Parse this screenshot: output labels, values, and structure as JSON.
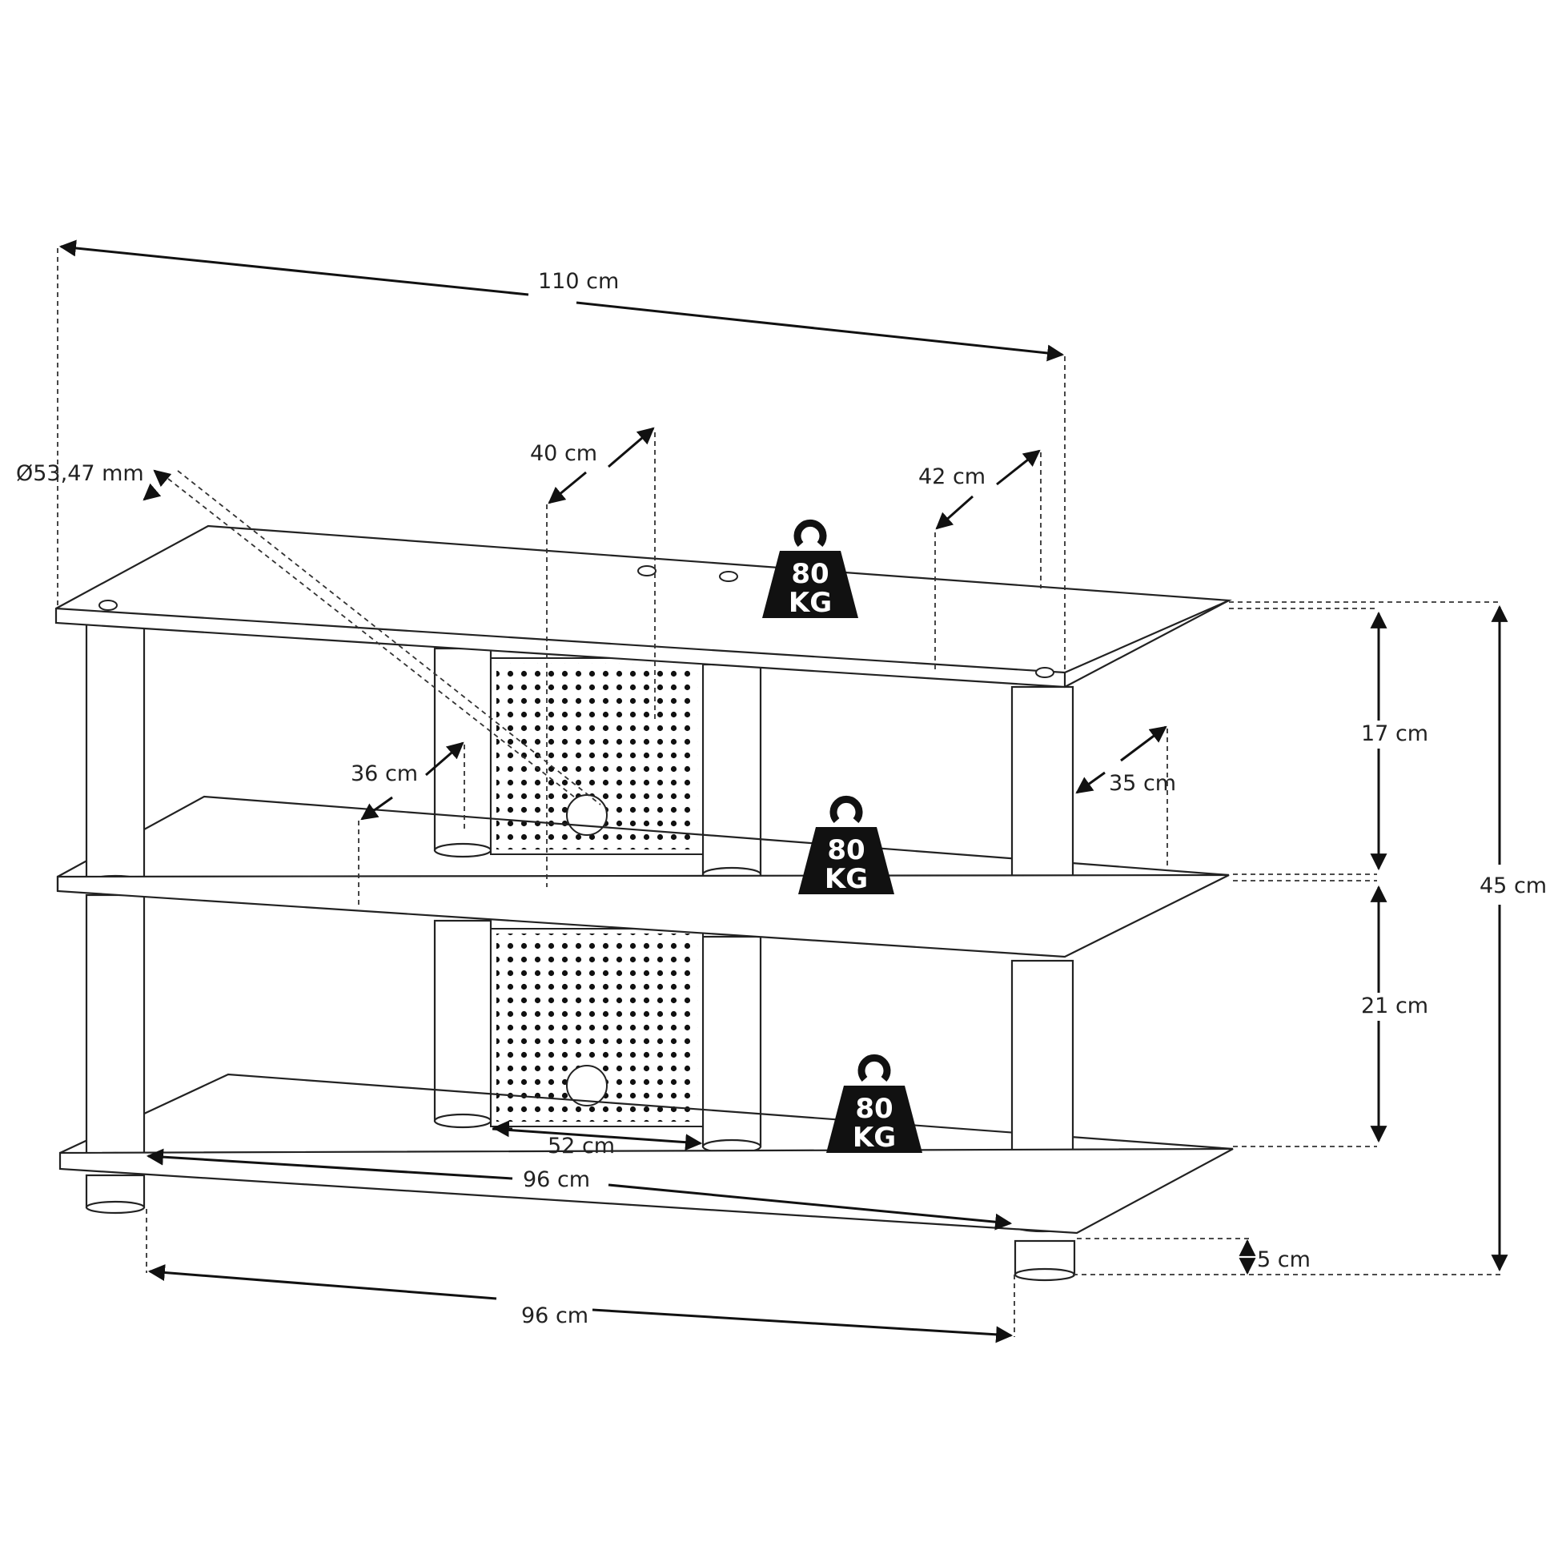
{
  "dimensions": {
    "width_top": "110 cm",
    "cable_hole": "Ø53,47 mm",
    "depth_center": "40 cm",
    "depth_right": "42 cm",
    "depth_middle_left": "36 cm",
    "depth_middle_right": "35 cm",
    "height_upper": "17 cm",
    "height_lower": "21 cm",
    "height_total": "45 cm",
    "panel_width": "52 cm",
    "inner_width": "96 cm",
    "leg_span": "96 cm",
    "foot_height": "5 cm"
  },
  "weights": [
    {
      "value": "80",
      "unit": "KG"
    },
    {
      "value": "80",
      "unit": "KG"
    },
    {
      "value": "80",
      "unit": "KG"
    }
  ]
}
